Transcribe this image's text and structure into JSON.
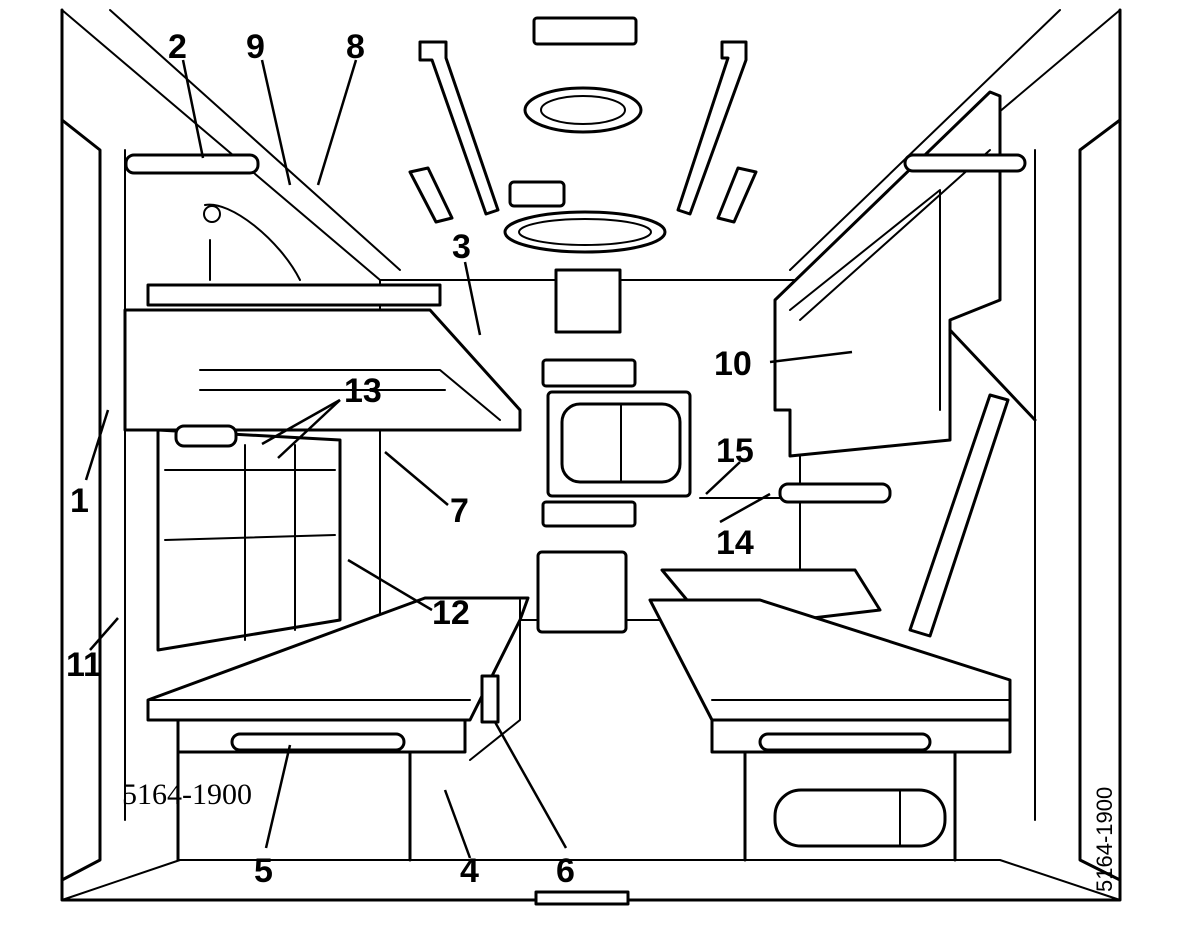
{
  "figure": {
    "id_code_horizontal": "5164-1900",
    "id_code_vertical": "5164-1900"
  },
  "callouts": {
    "c1": "1",
    "c2": "2",
    "c3": "3",
    "c4": "4",
    "c5": "5",
    "c6": "6",
    "c7": "7",
    "c8": "8",
    "c9": "9",
    "c10": "10",
    "c11": "11",
    "c12": "12",
    "c13": "13",
    "c14": "14",
    "c15": "15"
  }
}
